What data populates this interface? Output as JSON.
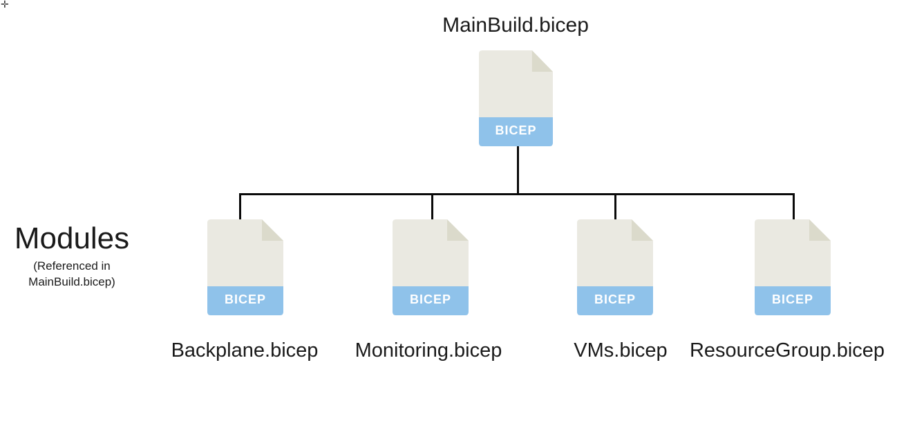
{
  "artifact": {
    "glyph": "✛"
  },
  "heading": {
    "title": "Modules",
    "subtitle_line1": "(Referenced in",
    "subtitle_line2": "MainBuild.bicep)"
  },
  "tree": {
    "root": {
      "label": "MainBuild.bicep",
      "badge": "BICEP"
    },
    "children": [
      {
        "label": "Backplane.bicep",
        "badge": "BICEP"
      },
      {
        "label": "Monitoring.bicep",
        "badge": "BICEP"
      },
      {
        "label": "VMs.bicep",
        "badge": "BICEP"
      },
      {
        "label": "ResourceGroup.bicep",
        "badge": "BICEP"
      }
    ]
  },
  "colors": {
    "file_body": "#EAE9E1",
    "file_fold": "#DBDACB",
    "badge_blue": "#8FC2EA",
    "badge_text": "#FFFFFF",
    "connector": "#0A0A0A",
    "label_text": "#1A1A1A"
  }
}
